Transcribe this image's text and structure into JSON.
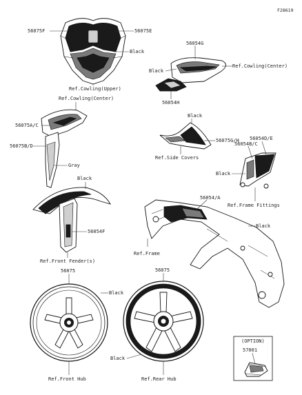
{
  "figure_number": "F28619",
  "labels": {
    "p56075F": "56075F",
    "p56075E": "56075E",
    "black_upper": "Black",
    "ref_cowling_upper": "Ref.Cowling(Upper)",
    "p56054G": "56054G",
    "black_center": "Black",
    "ref_cowling_center_right": "Ref.Cowling(Center)",
    "p56054H": "56054H",
    "ref_cowling_center_left": "Ref.Cowling(Center)",
    "p56075AC": "56075A/C",
    "p56075BD": "56075B/D",
    "gray": "Gray",
    "black_side": "Black",
    "p56075GH": "56075G/H",
    "ref_side_covers": "Ref.Side Covers",
    "p56054DE": "56054D/E",
    "p56054BC": "56054B/C",
    "black_frame_fit": "Black",
    "ref_frame_fittings": "Ref.Frame Fittings",
    "black_fender": "Black",
    "p56054F": "56054F",
    "ref_front_fender": "Ref.Front Fender(s)",
    "p56054A": "56054/A",
    "black_frame": "Black",
    "ref_frame": "Ref.Frame",
    "p56075_front": "56075",
    "p56075_rear": "56075",
    "black_front_hub": "Black",
    "black_rear_hub": "Black",
    "ref_front_hub": "Ref.Front Hub",
    "ref_rear_hub": "Ref.Rear Hub",
    "option": "(OPTION)",
    "p57001": "57001"
  }
}
